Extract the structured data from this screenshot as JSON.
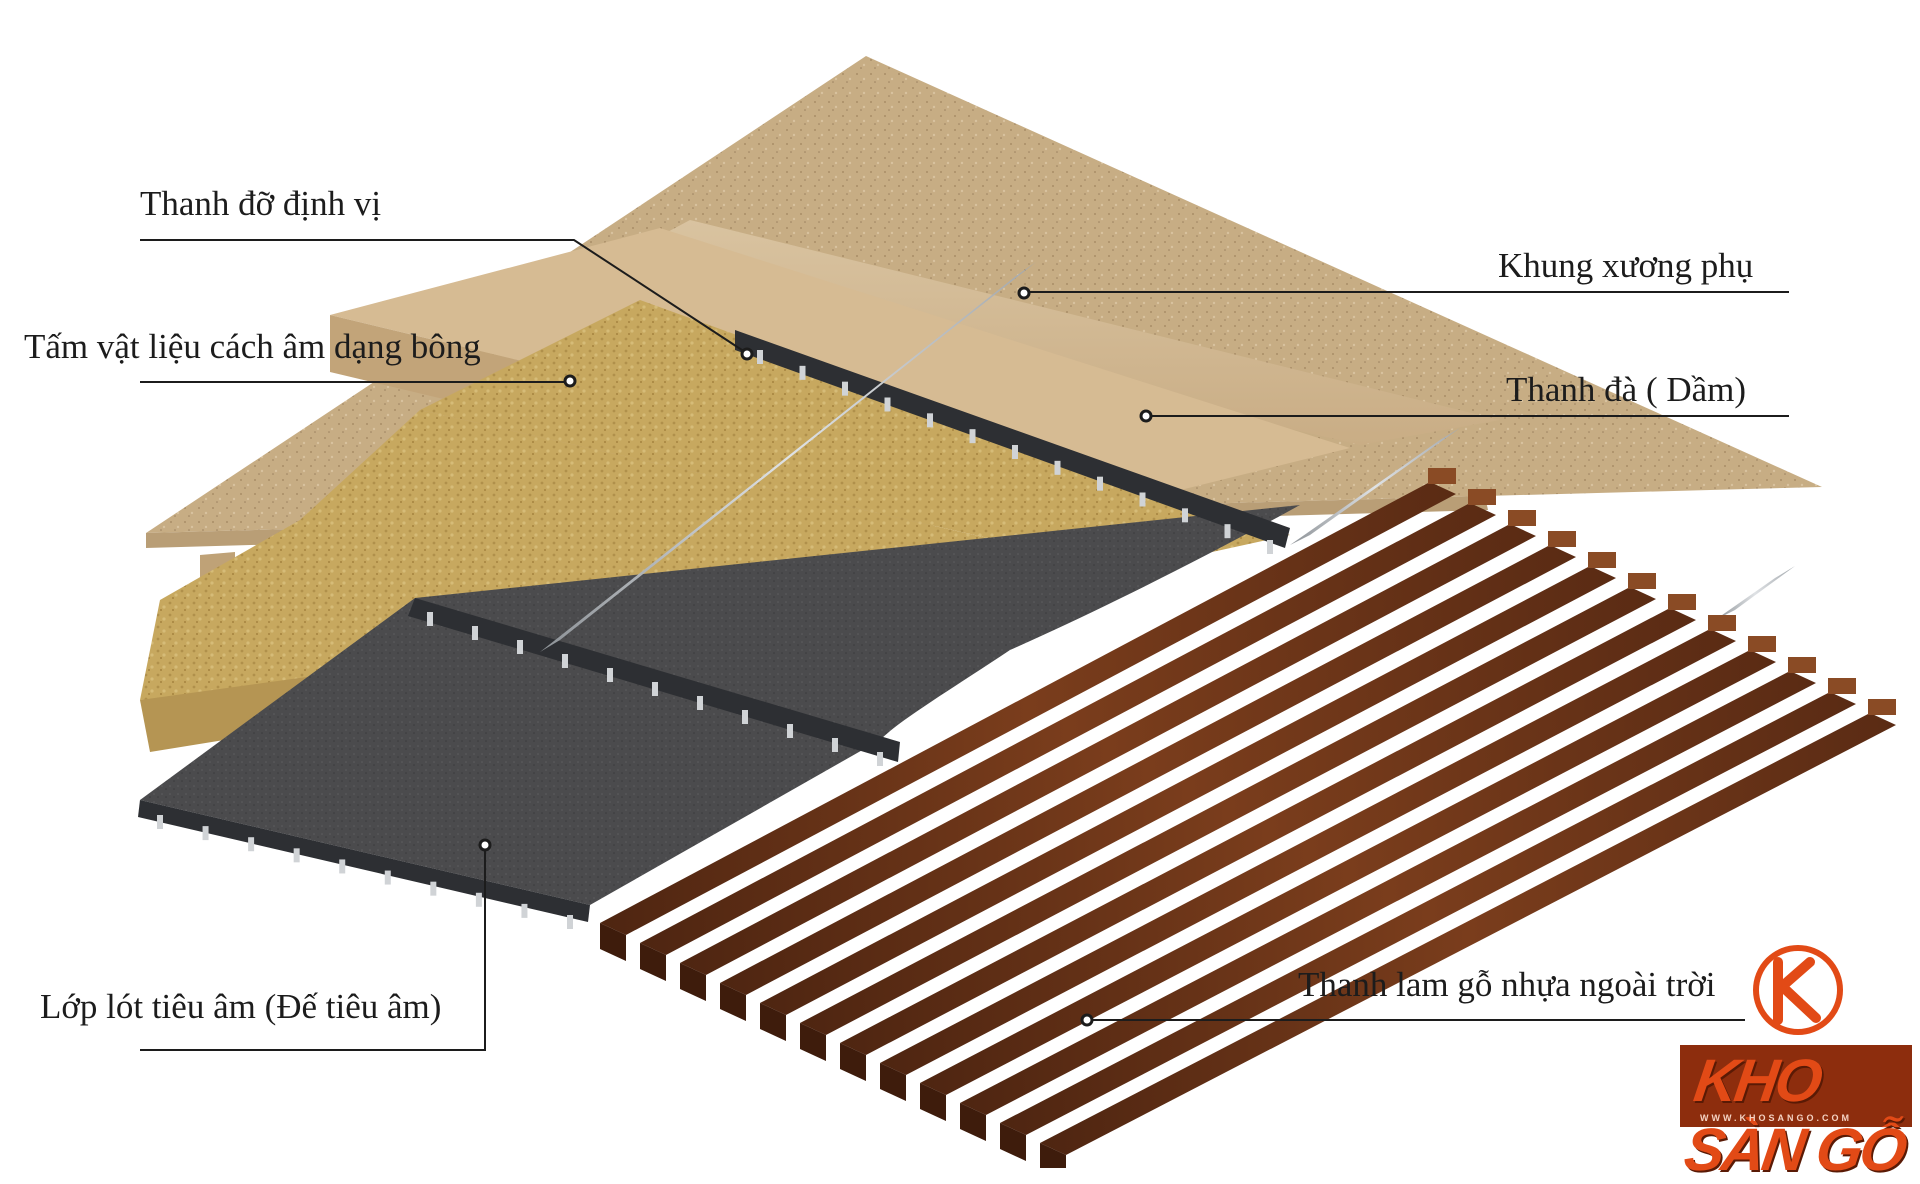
{
  "labels": {
    "thanh_do_dinh_vi": "Thanh đỡ định vị",
    "khung_xuong_phu": "Khung xương phụ",
    "tam_cach_am": "Tấm vật liệu cách âm dạng bông",
    "thanh_da": "Thanh đà ( Dầm)",
    "lop_lot": "Lớp lót tiêu âm (Đế tiêu âm)",
    "thanh_lam": "Thanh lam gỗ nhựa ngoài trời"
  },
  "logo": {
    "brand": "KHO SÀN GỖ",
    "url": "WWW.KHOSANGO.COM"
  },
  "colors": {
    "board": "#c7ad84",
    "beam": "#d9c09a",
    "insulation": "#c8aa62",
    "felt": "#4a4a4c",
    "rail": "#2d2f33",
    "channel": "#b9bdc1",
    "slat": "#6a3418",
    "brand": "#e24a16"
  }
}
